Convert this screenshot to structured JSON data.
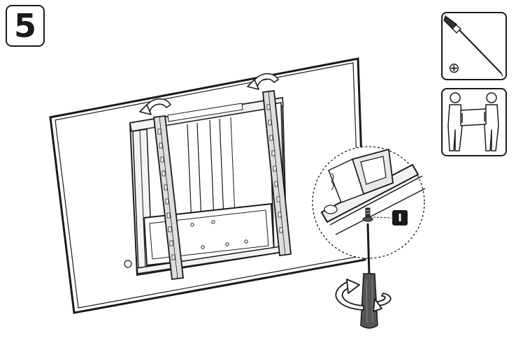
{
  "step": {
    "number": "5"
  },
  "tools": [
    {
      "name": "screwdriver",
      "icon": "phillips-screwdriver-icon",
      "symbol": "⊕"
    },
    {
      "name": "two-people",
      "icon": "two-person-lift-icon"
    }
  ],
  "callout": {
    "part_label": "I"
  },
  "colors": {
    "line": "#1a1a1a",
    "panel": "#ffffff",
    "metal": "#e6e6e6",
    "dark": "#333333"
  }
}
